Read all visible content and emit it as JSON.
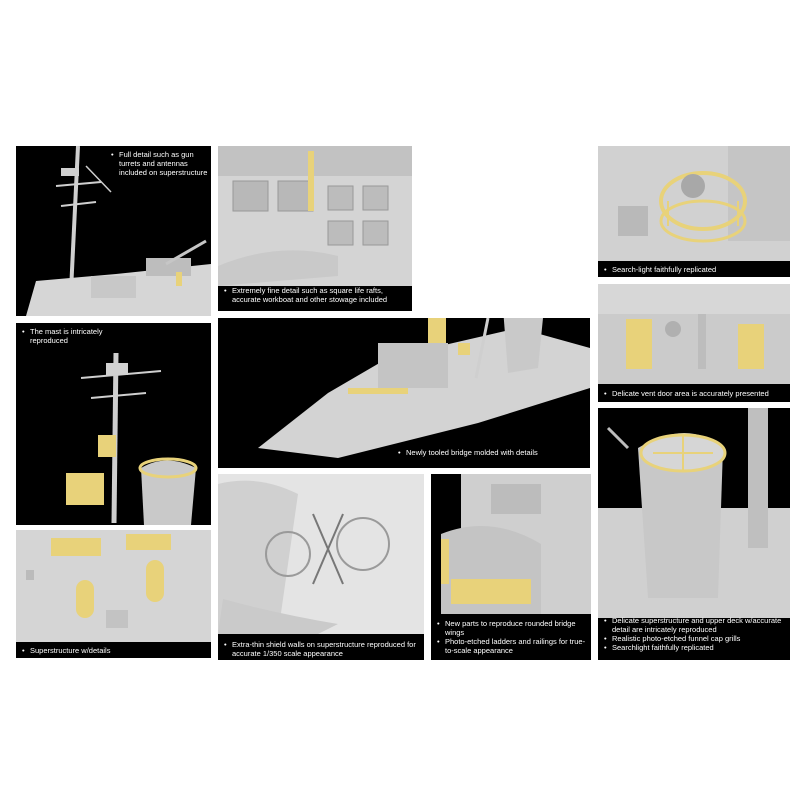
{
  "colors": {
    "background": "#ffffff",
    "panel": "#000000",
    "model_gray": "#d9d9d9",
    "photo_etch": "#e8d27a"
  },
  "captions": {
    "mast_detail": [
      "Full detail such as gun turrets and antennas included on superstructure"
    ],
    "life_rafts": [
      "Extremely fine detail such as square life rafts, accurate workboat and other stowage included"
    ],
    "searchlight_top": [
      "Search-light faithfully replicated"
    ],
    "vent_door": [
      "Delicate vent door area is accurately presented"
    ],
    "mast_intricate": [
      "The mast is intricately reproduced"
    ],
    "bridge": [
      "Newly tooled bridge molded with details"
    ],
    "superstructure": [
      "Superstructure w/details"
    ],
    "shield_walls": [
      "Extra-thin shield walls on superstructure reproduced for accurate 1/350 scale appearance"
    ],
    "bridge_wings": [
      "New parts to reproduce rounded bridge wings",
      "Photo-etched ladders and railings for true-to-scale appearance"
    ],
    "funnel": [
      "Delicate superstructure and upper deck w/accurate detail are intricately reproduced",
      "Realistic photo-etched funnel cap grills",
      "Searchlight faithfully replicated"
    ]
  }
}
